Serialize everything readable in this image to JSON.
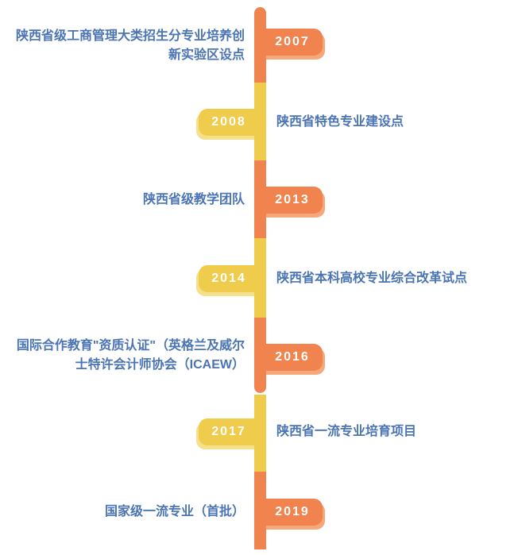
{
  "timeline": {
    "colors": {
      "orange": "#F0834E",
      "orange_shadow": "#F5A87C",
      "yellow": "#EFCC4B",
      "yellow_shadow": "#F4E08D",
      "label_blue": "#4A74B4",
      "year_text": "#FFFFFF"
    },
    "items": [
      {
        "year": "2007",
        "badge_side": "right",
        "badge_color": "orange",
        "label": "陕西省级工商管理大类招生分专业培养创新实验区设点"
      },
      {
        "year": "2008",
        "badge_side": "left",
        "badge_color": "yellow",
        "label": "陕西省特色专业建设点"
      },
      {
        "year": "2013",
        "badge_side": "right",
        "badge_color": "orange",
        "label": "陕西省级教学团队"
      },
      {
        "year": "2014",
        "badge_side": "left",
        "badge_color": "yellow",
        "label": "陕西省本科高校专业综合改革试点"
      },
      {
        "year": "2016",
        "badge_side": "right",
        "badge_color": "orange",
        "label": "国际合作教育\"资质认证\"（英格兰及威尔士特许会计师协会（ICAEW）"
      },
      {
        "year": "2017",
        "badge_side": "left",
        "badge_color": "yellow",
        "label": "陕西省一流专业培育项目"
      },
      {
        "year": "2019",
        "badge_side": "right",
        "badge_color": "orange",
        "label": "国家级一流专业（首批）"
      }
    ]
  }
}
